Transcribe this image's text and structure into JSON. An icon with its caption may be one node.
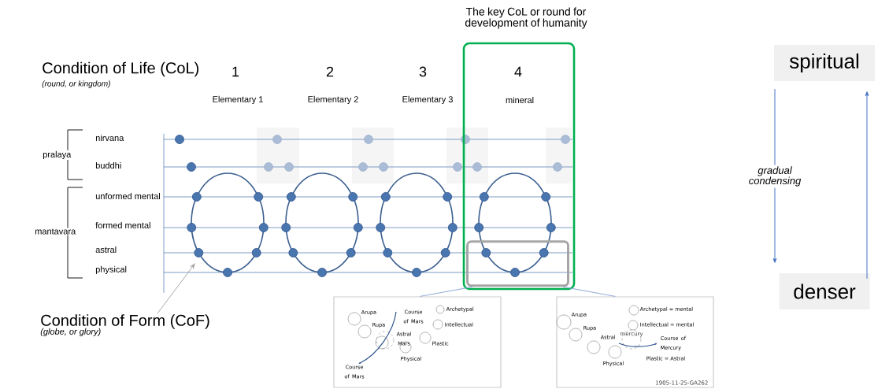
{
  "diagram": {
    "nodes": [
      {
        "text": [
          "The key CoL or round for development of humanity"
        ]
      },
      {
        "text": [],
        "shape": "box",
        "in": 0
      },
      {
        "text": [
          "Arupa",
          "Rupa",
          "Course of Mars",
          "Astral Mars",
          "Archetypal",
          "Intellectual",
          "Plastic",
          "Physical",
          "Course of Mars"
        ]
      },
      {
        "text": [
          "Arupa",
          "Archetypal = mental",
          "Rupa",
          "Intellectual = mental",
          "Astral",
          "mercury",
          "Course of Mercury",
          "Physical",
          "Plastic = Astral",
          "1905-11-25-GA262"
        ]
      },
      {
        "text": [
          "Condition of Form (CoF)",
          "(globe, or glory)"
        ]
      },
      {
        "text": [
          "spiritual"
        ]
      },
      {
        "text": [
          "denser"
        ]
      }
    ],
    "edges": [
      {
        "from": 1,
        "to": 2,
        "arrow": "none",
        "color": "#8fa8d8"
      },
      {
        "from": 1,
        "to": 3,
        "arrow": "none",
        "color": "#8fa8d8"
      },
      {
        "from": 4,
        "to": null,
        "arrow": "to",
        "color": "#a6a6a6"
      },
      {
        "from": 5,
        "to": 6,
        "arrow": "to",
        "label": "gradual condensing",
        "color": "#4472c4"
      },
      {
        "from": 6,
        "to": 5,
        "arrow": "to",
        "color": "#4472c4"
      }
    ],
    "labels": [
      "Condition of Life (CoL)",
      "(round, or kingdom)",
      "1",
      "2",
      "3",
      "4",
      "Elementary 1",
      "Elementary 2",
      "Elementary 3",
      "mineral",
      "nirvana",
      "pralaya",
      "buddhi",
      "unformed mental",
      "mantavara",
      "formed mental",
      "astral",
      "physical"
    ]
  }
}
